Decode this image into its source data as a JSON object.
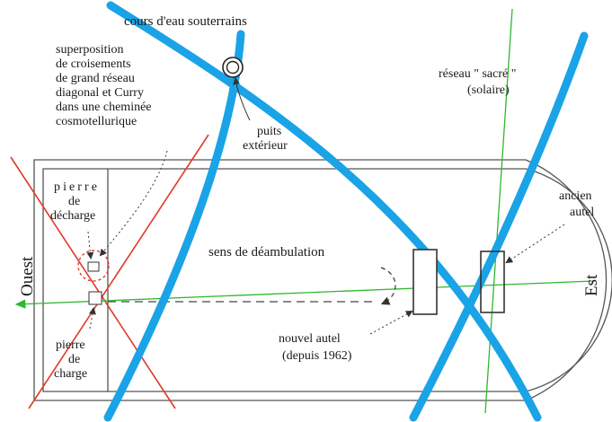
{
  "colors": {
    "water": "#1aa3e6",
    "sacred_grid": "#2fb82f",
    "diagonal_grid": "#e03a2a",
    "outline": "#333333",
    "text": "#1a1a1a"
  },
  "labels": {
    "underground_water": "cours d'eau souterrains",
    "superposition": [
      "superposition",
      "de croisements",
      "de grand réseau",
      "diagonal et Curry",
      "dans une cheminée",
      "cosmotellurique"
    ],
    "outer_well": [
      "puits",
      "extérieur"
    ],
    "sacred_grid": [
      "réseau \" sacré \"",
      "(solaire)"
    ],
    "discharge_stone": [
      "pierre",
      "de",
      "décharge"
    ],
    "charge_stone": [
      "pierre",
      "de",
      "charge"
    ],
    "old_altar": [
      "ancien",
      "autel"
    ],
    "walking_direction": "sens de déambulation",
    "new_altar": [
      "nouvel autel",
      "(depuis 1962)"
    ],
    "west": "Ouest",
    "east": "Est"
  }
}
